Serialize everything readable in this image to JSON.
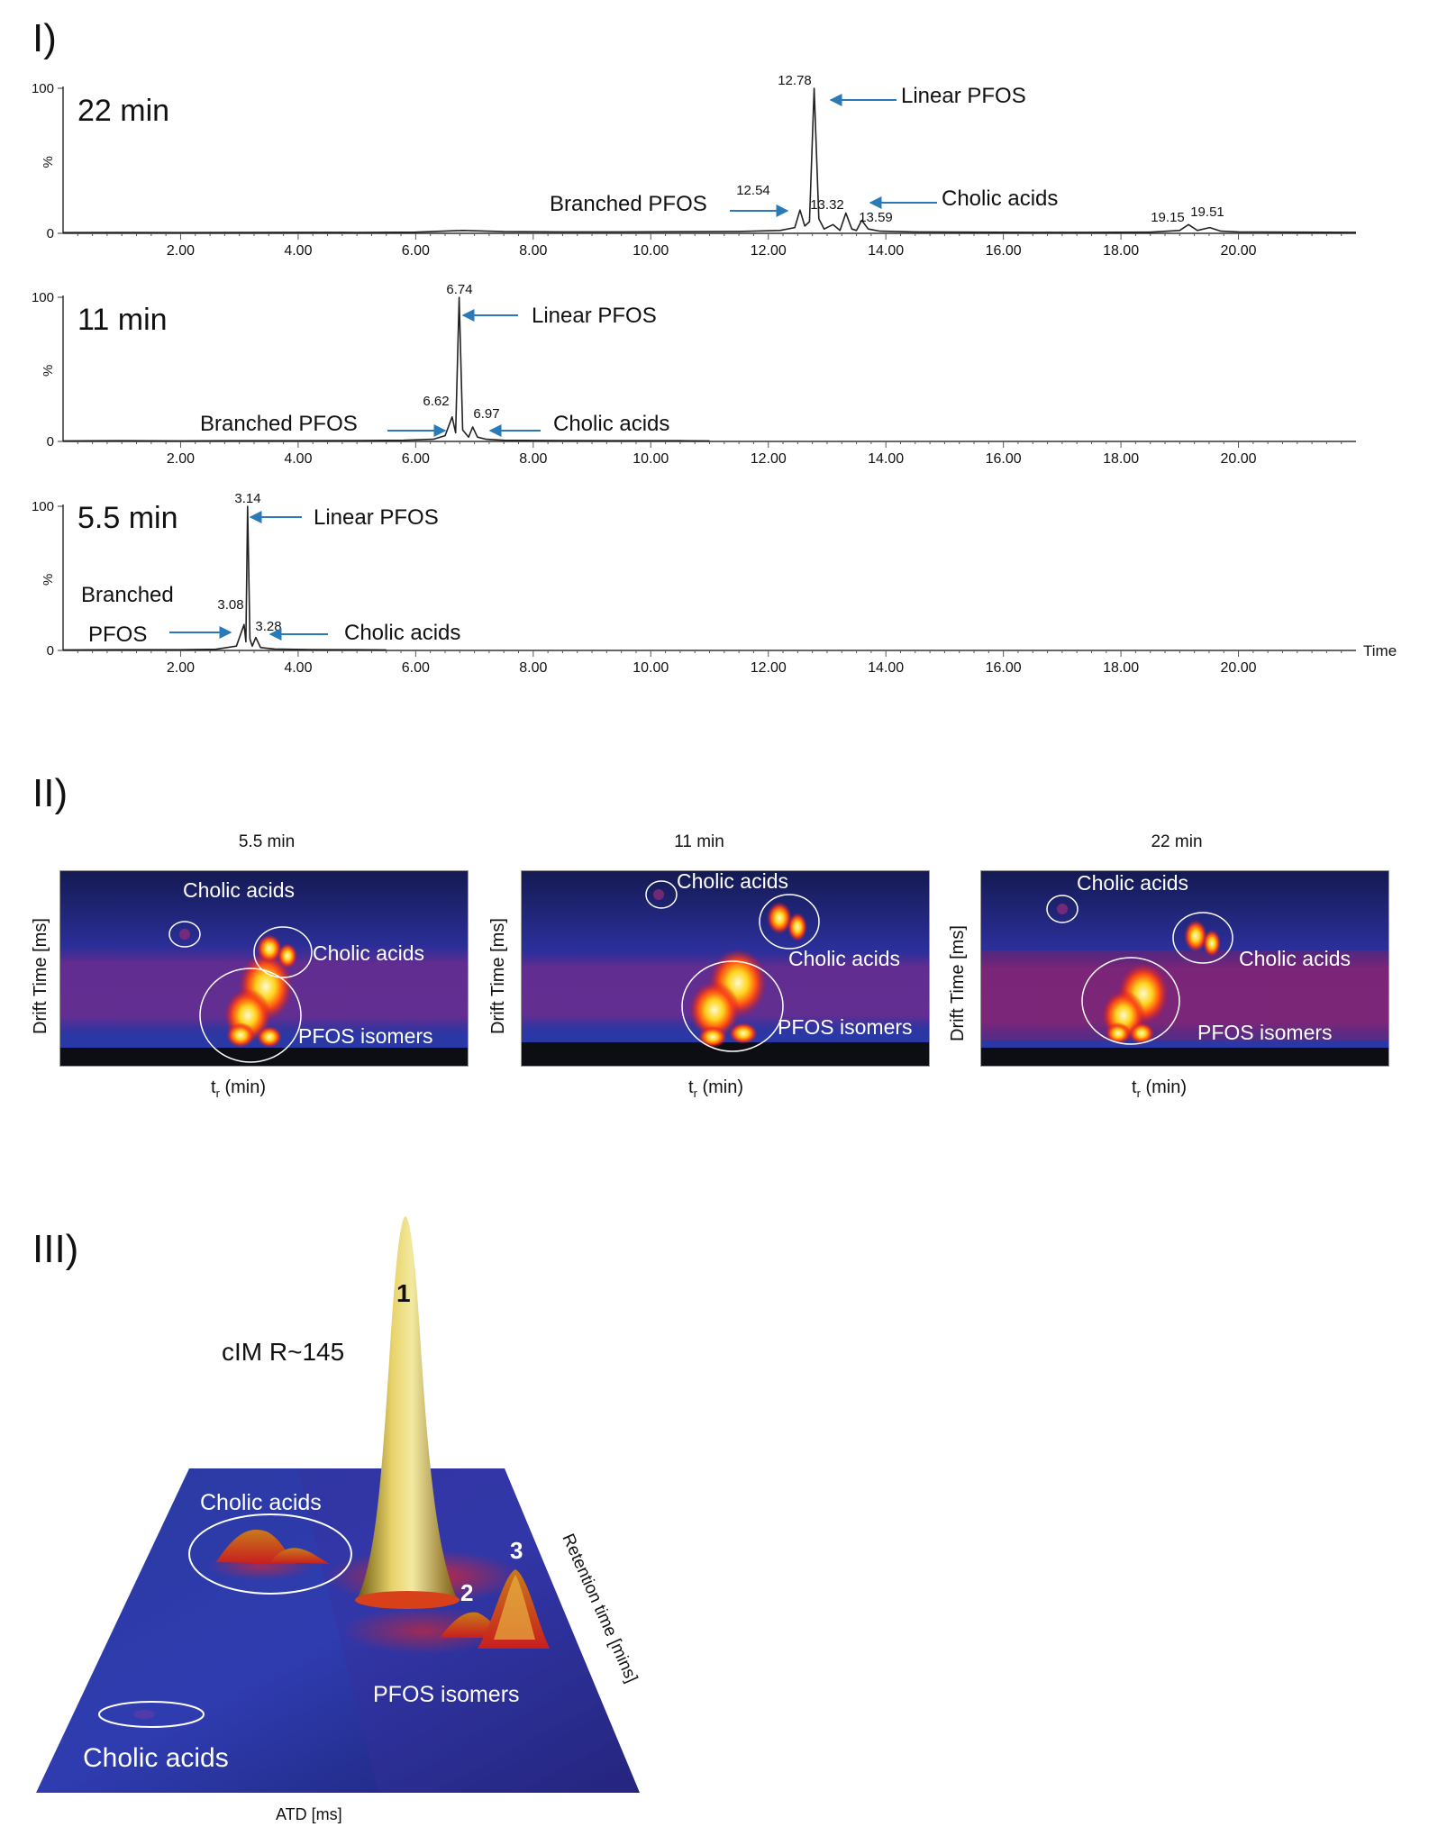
{
  "panels": {
    "p1": "I)",
    "p2": "II)",
    "p3": "III)"
  },
  "chart_data": [
    {
      "type": "line",
      "title": "22 min",
      "ylabel": "%",
      "yticks": [
        "0",
        "100"
      ],
      "xticks": [
        "2.00",
        "4.00",
        "6.00",
        "8.00",
        "10.00",
        "12.00",
        "14.00",
        "16.00",
        "18.00",
        "20.00"
      ],
      "xlim": [
        0,
        22
      ],
      "ylim": [
        0,
        100
      ],
      "series": [
        {
          "x": [
            0.0,
            1.0,
            2.0,
            3.0,
            4.0,
            5.0,
            6.0,
            6.8,
            7.5,
            8.5,
            9.5,
            10.5,
            11.5,
            12.2,
            12.45,
            12.54,
            12.62,
            12.7,
            12.78,
            12.86,
            12.95,
            13.1,
            13.22,
            13.32,
            13.42,
            13.5,
            13.59,
            13.7,
            13.9,
            14.5,
            15.5,
            16.5,
            17.5,
            18.5,
            19.0,
            19.15,
            19.3,
            19.51,
            19.7,
            20.0,
            21.0,
            22.0
          ],
          "y": [
            0.5,
            0.6,
            0.5,
            0.6,
            0.7,
            0.6,
            0.8,
            2.0,
            1.2,
            1.0,
            1.0,
            1.1,
            1.3,
            2.0,
            4.0,
            16.0,
            5.0,
            8.0,
            100.0,
            10.0,
            3.0,
            6.0,
            2.0,
            14.0,
            3.0,
            2.0,
            9.0,
            3.0,
            1.5,
            1.0,
            0.8,
            0.7,
            0.7,
            0.8,
            2.0,
            6.0,
            2.0,
            4.0,
            1.5,
            1.0,
            0.8,
            0.7
          ]
        }
      ],
      "peak_labels": [
        "12.78",
        "12.54",
        "13.32",
        "13.59",
        "19.15",
        "19.51"
      ],
      "annotations": [
        "Linear PFOS",
        "Branched PFOS",
        "Cholic acids"
      ]
    },
    {
      "type": "line",
      "title": "11 min",
      "ylabel": "%",
      "yticks": [
        "0",
        "100"
      ],
      "xticks": [
        "2.00",
        "4.00",
        "6.00",
        "8.00",
        "10.00",
        "12.00",
        "14.00",
        "16.00",
        "18.00",
        "20.00"
      ],
      "xlim": [
        0,
        22
      ],
      "ylim": [
        0,
        100
      ],
      "series": [
        {
          "x": [
            0.0,
            1.0,
            2.0,
            3.0,
            4.0,
            5.0,
            5.8,
            6.3,
            6.5,
            6.62,
            6.68,
            6.74,
            6.8,
            6.9,
            6.97,
            7.05,
            7.2,
            7.5,
            8.5,
            9.5,
            10.5,
            11.0
          ],
          "y": [
            0.4,
            0.5,
            0.4,
            0.5,
            0.5,
            0.6,
            0.8,
            1.5,
            4.0,
            17.0,
            6.0,
            100.0,
            8.0,
            3.0,
            10.0,
            3.0,
            1.5,
            0.8,
            0.6,
            0.5,
            0.5,
            0.4
          ]
        }
      ],
      "peak_labels": [
        "6.74",
        "6.62",
        "6.97"
      ],
      "annotations": [
        "Linear PFOS",
        "Branched PFOS",
        "Cholic acids"
      ]
    },
    {
      "type": "line",
      "title": "5.5 min",
      "ylabel": "%",
      "yticks": [
        "0",
        "100"
      ],
      "xticks": [
        "2.00",
        "4.00",
        "6.00",
        "8.00",
        "10.00",
        "12.00",
        "14.00",
        "16.00",
        "18.00",
        "20.00"
      ],
      "xlabel": "Time",
      "xlim": [
        0,
        22
      ],
      "ylim": [
        0,
        100
      ],
      "series": [
        {
          "x": [
            0.0,
            1.0,
            2.0,
            2.6,
            2.95,
            3.08,
            3.11,
            3.14,
            3.18,
            3.22,
            3.28,
            3.36,
            3.6,
            4.2,
            5.0,
            5.5
          ],
          "y": [
            0.4,
            0.5,
            0.5,
            0.8,
            3.0,
            18.0,
            6.0,
            100.0,
            8.0,
            3.0,
            9.0,
            2.0,
            1.0,
            0.6,
            0.5,
            0.4
          ]
        }
      ],
      "peak_labels": [
        "3.14",
        "3.08",
        "3.28"
      ],
      "annotations": [
        "Linear PFOS",
        "Branched",
        "PFOS",
        "Cholic acids"
      ]
    }
  ],
  "heatmaps": [
    {
      "title": "5.5 min",
      "ylabel": "Drift Time [ms]",
      "xlabel_main": "t",
      "xlabel_sub": "r",
      "xlabel_tail": " (min)",
      "labels": [
        "Cholic acids",
        "Cholic acids",
        "PFOS isomers"
      ]
    },
    {
      "title": "11 min",
      "ylabel": "Drift Time [ms]",
      "xlabel_main": "t",
      "xlabel_sub": "r",
      "xlabel_tail": " (min)",
      "labels": [
        "Cholic acids",
        "Cholic acids",
        "PFOS isomers"
      ]
    },
    {
      "title": "22 min",
      "ylabel": "Drift Time [ms]",
      "xlabel_main": "t",
      "xlabel_sub": "r",
      "xlabel_tail": " (min)",
      "labels": [
        "Cholic acids",
        "Cholic acids",
        "PFOS isomers"
      ]
    }
  ],
  "surface": {
    "title": "cIM R~145",
    "peaks": [
      "1",
      "2",
      "3"
    ],
    "labels": [
      "Cholic acids",
      "PFOS isomers",
      "Cholic acids"
    ],
    "xlabel": "ATD [ms]",
    "ylabel": "Retention time [mins]"
  }
}
